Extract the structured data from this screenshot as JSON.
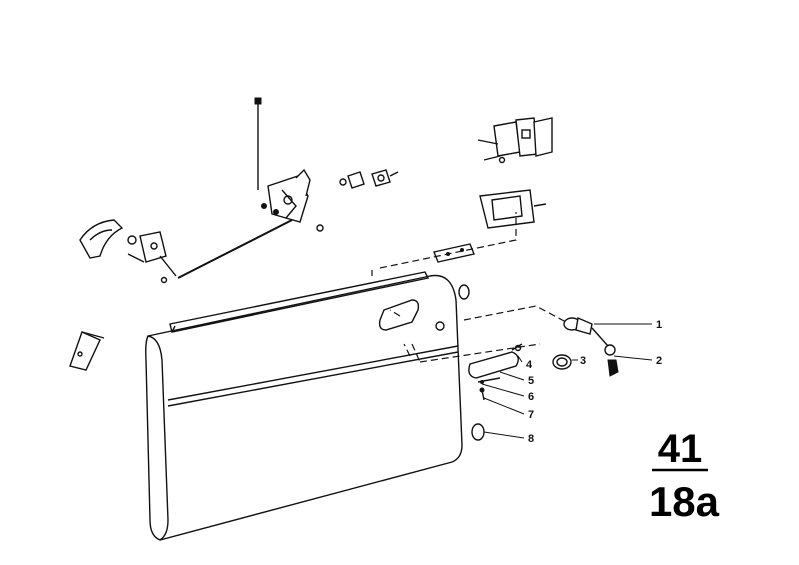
{
  "callouts": [
    "1",
    "2",
    "3",
    "4",
    "5",
    "6",
    "7",
    "8"
  ],
  "group_code": {
    "top": "41",
    "bottom": "18a"
  }
}
